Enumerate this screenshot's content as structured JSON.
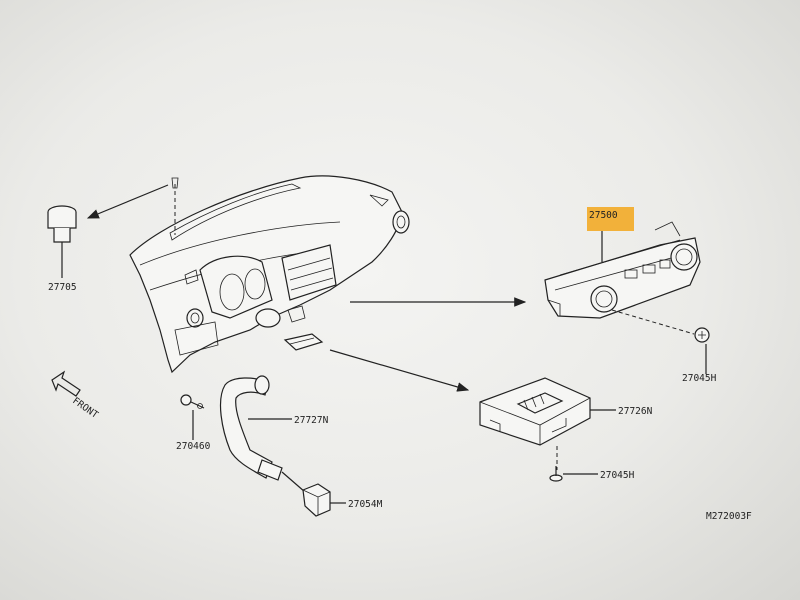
{
  "diagram": {
    "direction_label": "FRONT",
    "drawing_number": "M272003F",
    "highlight_color": "#f2b13a",
    "parts": {
      "clip": "27705",
      "control_unit": "27500",
      "screw_control": "27045H",
      "module": "27726N",
      "screw_module": "27045H",
      "duct": "27727N",
      "grommet": "270460",
      "sensor": "27054M"
    }
  }
}
